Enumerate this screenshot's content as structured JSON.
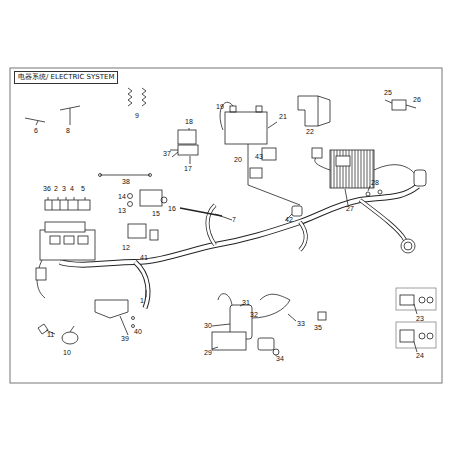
{
  "diagram": {
    "title": "电器系统/ ELECTRIC SYSTEM",
    "labels": [
      "6",
      "8",
      "9",
      "18",
      "19",
      "21",
      "22",
      "25",
      "26",
      "38",
      "37",
      "17",
      "20",
      "43",
      "28",
      "36",
      "2",
      "3",
      "4",
      "5",
      "14",
      "15",
      "16",
      "7",
      "13",
      "12",
      "41",
      "42",
      "27",
      "1",
      "11",
      "10",
      "39",
      "40",
      "31",
      "32",
      "30",
      "33",
      "35",
      "29",
      "34",
      "23",
      "24"
    ]
  }
}
